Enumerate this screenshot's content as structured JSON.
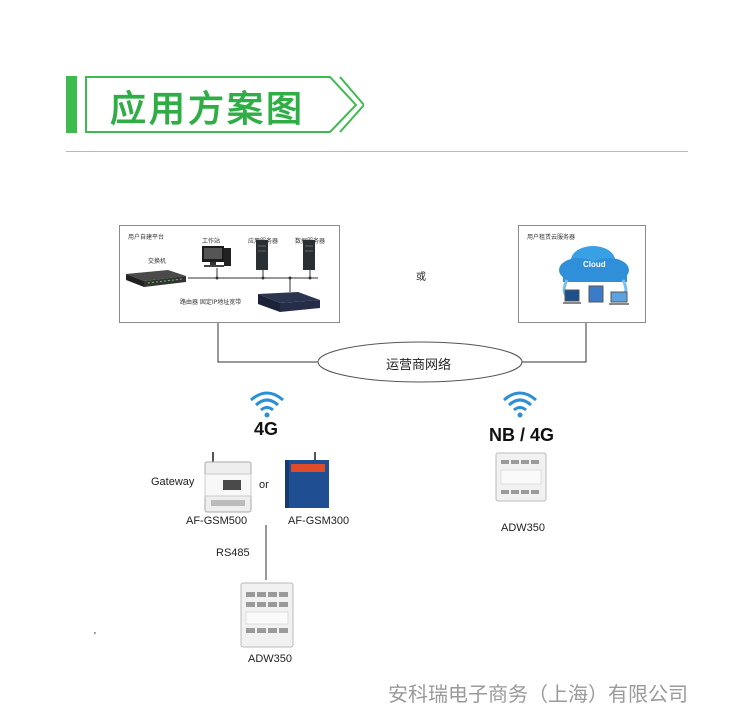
{
  "banner": {
    "title": "应用方案图"
  },
  "left_box": {
    "title": "用户自建平台",
    "workstation": "工作站",
    "app_server": "应用服务器",
    "db_server": "数据服务器",
    "switch": "交换机",
    "router": "路由器 固定IP地址宽带"
  },
  "or_cn": "或",
  "right_box": {
    "title": "用户租赁云服务器",
    "cloud": "Cloud"
  },
  "network": "运营商网络",
  "left_link": {
    "tech": "4G"
  },
  "right_link": {
    "tech": "NB / 4G"
  },
  "gateway_label": "Gateway",
  "or_en": "or",
  "gsm500": "AF-GSM500",
  "gsm300": "AF-GSM300",
  "rs485": "RS485",
  "adw_right": "ADW350",
  "adw_bottom": "ADW350",
  "stray_mark": "'",
  "footer": "安科瑞电子商务（上海）有限公司",
  "colors": {
    "accent": "#2fae45",
    "wifi": "#2b8fd6"
  }
}
